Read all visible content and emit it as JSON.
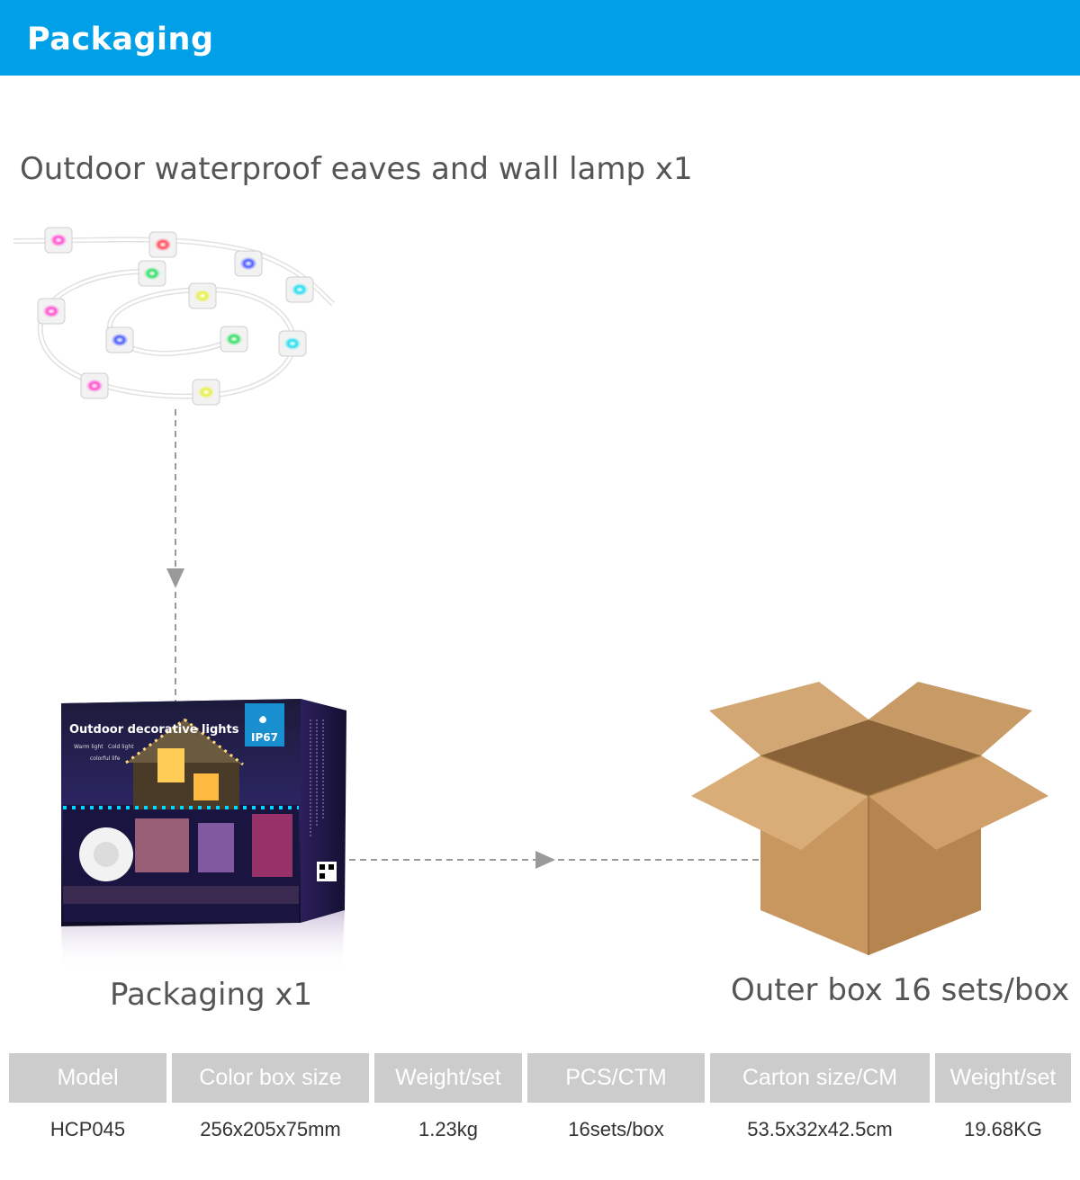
{
  "header": {
    "title": "Packaging"
  },
  "lamp": {
    "caption": "Outdoor waterproof eaves and wall lamp x1"
  },
  "color_box": {
    "caption": "Packaging x1",
    "box_title": "Outdoor decorative lights",
    "badge": "IP67",
    "tag_warm": "Warm light",
    "tag_cold": "Cold light",
    "tag_colorful": "colorful life"
  },
  "outer_box": {
    "caption": "Outer box 16 sets/box"
  },
  "table": {
    "headers": [
      "Model",
      "Color box size",
      "Weight/set",
      "PCS/CTM",
      "Carton size/CM",
      "Weight/set"
    ],
    "rows": [
      [
        "HCP045",
        "256x205x75mm",
        "1.23kg",
        "16sets/box",
        "53.5x32x42.5cm",
        "19.68KG"
      ]
    ]
  },
  "colors": {
    "header_bg": "#00a0e9",
    "table_header_bg": "#cccccc",
    "carton": "#c99a63"
  }
}
